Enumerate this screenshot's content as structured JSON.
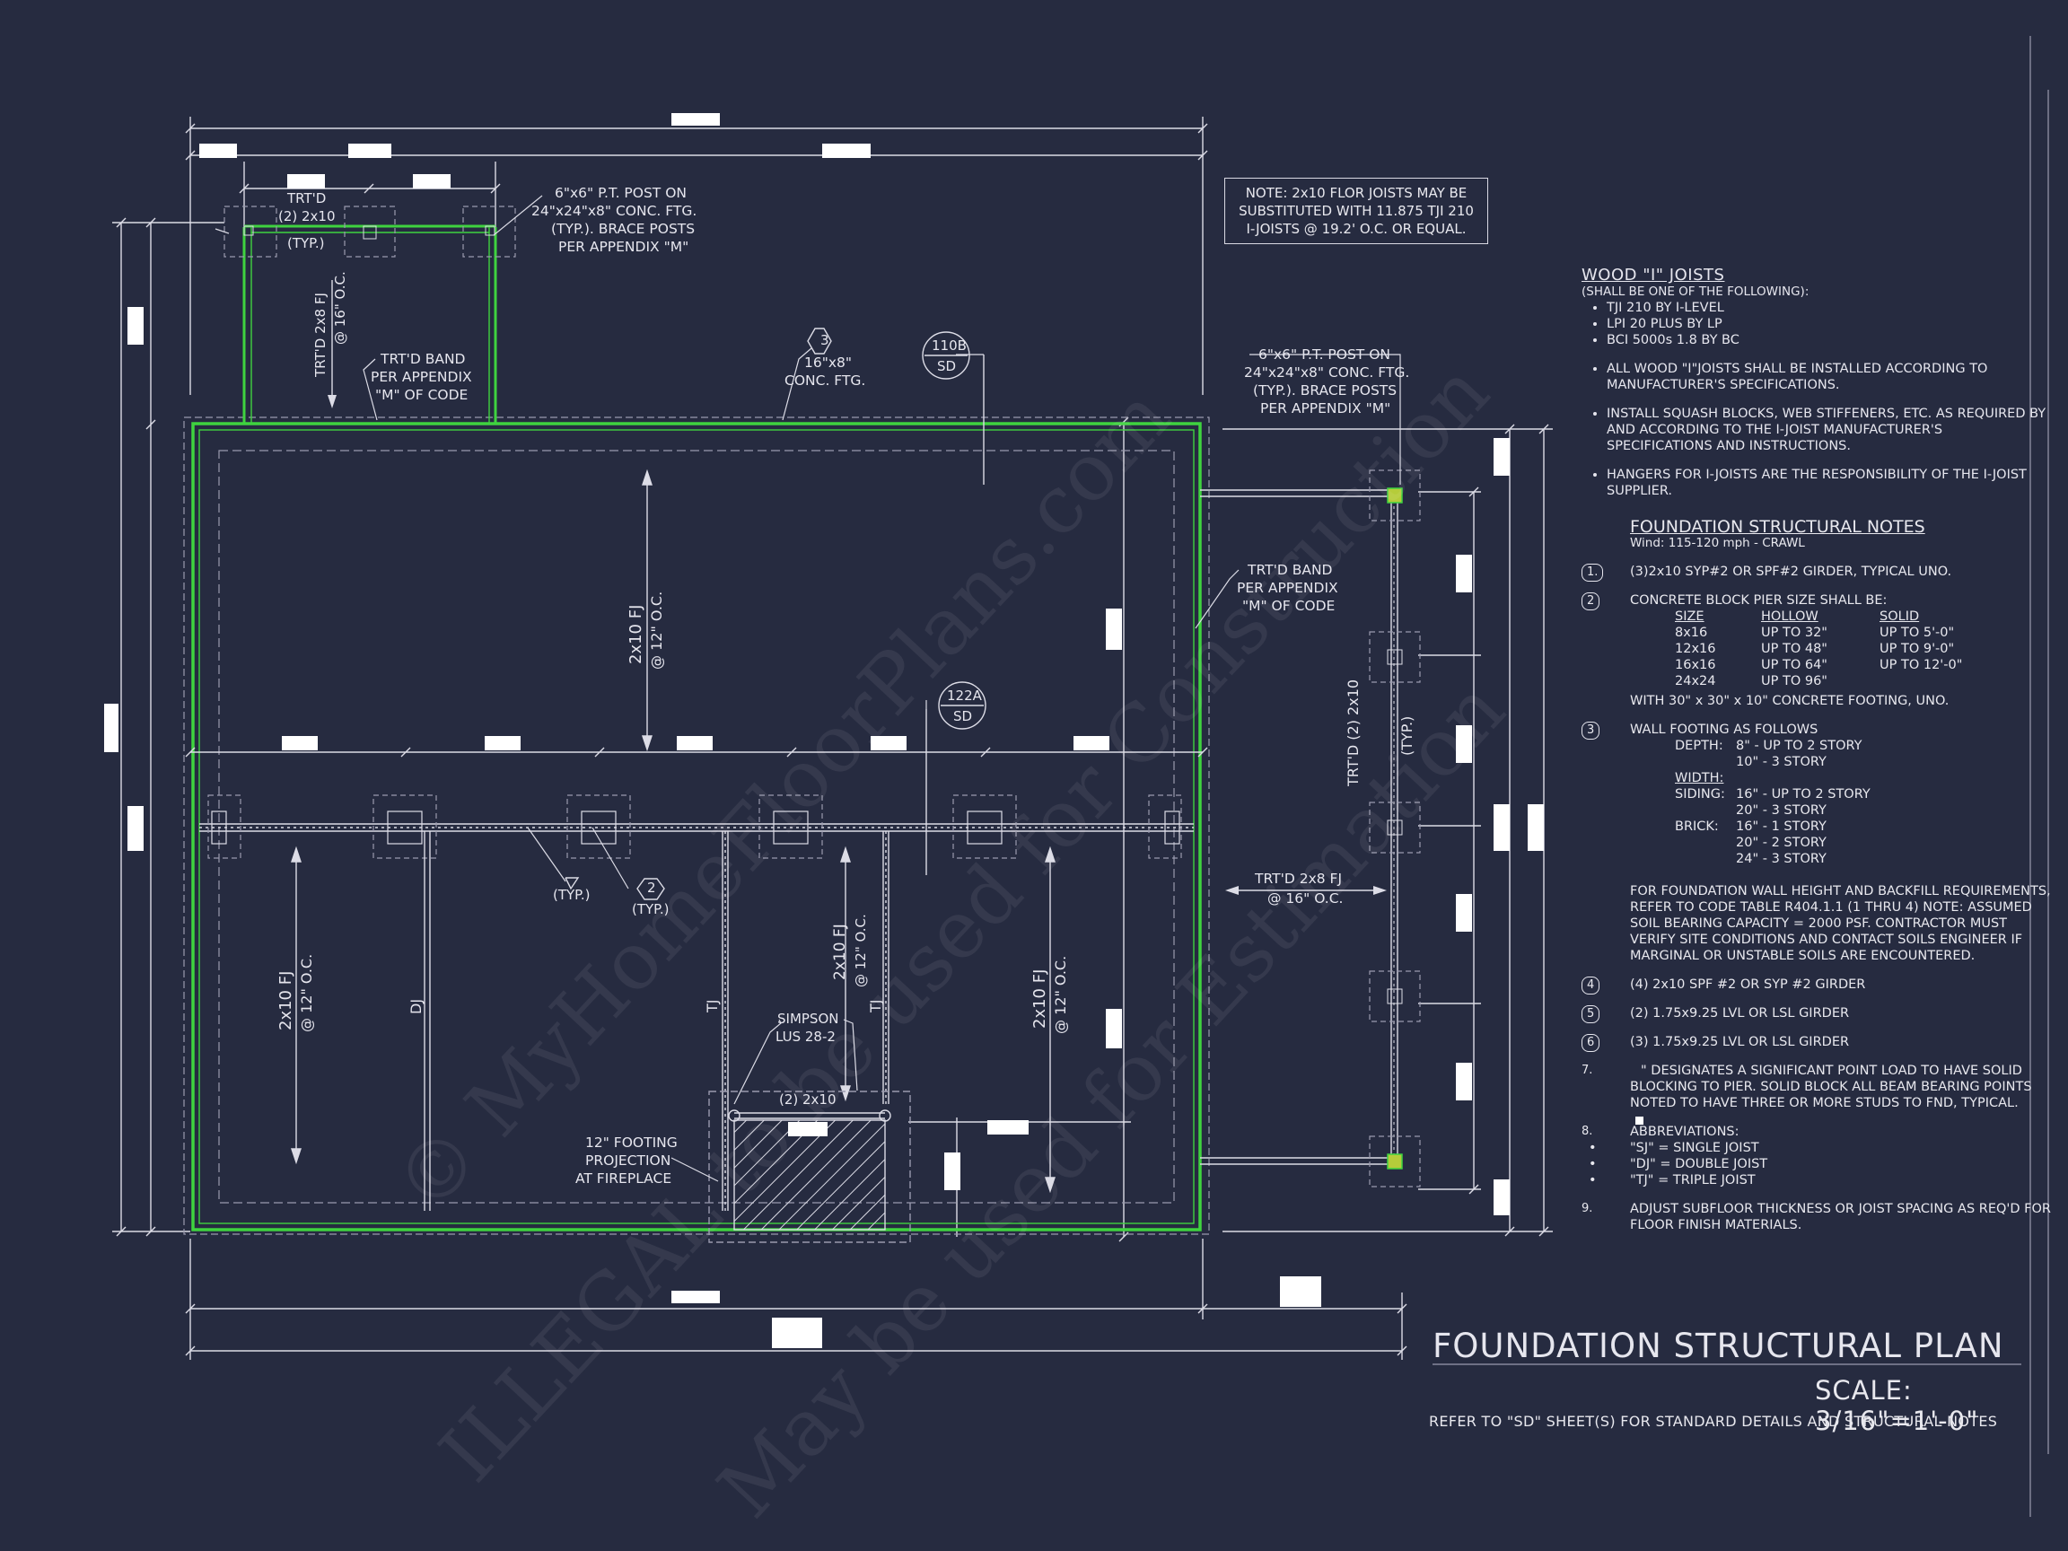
{
  "labels": {
    "trtd_2x10": "TRT'D",
    "two_2x10": "(2) 2x10",
    "typ": "(TYP.)",
    "post_top_l1": "6\"x6\" P.T. POST ON",
    "post_top_l2": "24\"x24\"x8\" CONC. FTG.",
    "post_top_l3": "(TYP.). BRACE POSTS",
    "post_top_l4": "PER APPENDIX \"M\"",
    "trtd_2x8_fj_v": "TRT'D 2x8 FJ",
    "at16": "@ 16\" O.C.",
    "band_l1": "TRT'D BAND",
    "band_l2": "PER APPENDIX",
    "band_l3": "\"M\" OF CODE",
    "hex3": "3",
    "ftg_l1": "16\"x8\"",
    "ftg_l2": "CONC. FTG.",
    "sec_110b": "110B",
    "sd": "SD",
    "sec_122a": "122A",
    "fj_2x10": "2x10 FJ",
    "at12": "@ 12\" O.C.",
    "dj": "DJ",
    "tj": "TJ",
    "typ_a": "(TYP.)",
    "hex2": "2",
    "simpson_l1": "SIMPSON",
    "simpson_l2": "LUS 28-2",
    "two_2x10_b": "(2) 2x10",
    "fp_l1": "12\" FOOTING",
    "fp_l2": "PROJECTION",
    "fp_l3": "AT FIREPLACE",
    "post_r_l1": "6\"x6\" P.T. POST ON",
    "post_r_l2": "24\"x24\"x8\" CONC. FTG.",
    "post_r_l3": "(TYP.). BRACE POSTS",
    "post_r_l4": "PER APPENDIX \"M\"",
    "band_r_l1": "TRT'D BAND",
    "band_r_l2": "PER APPENDIX",
    "band_r_l3": "\"M\" OF CODE",
    "trtd_2x8_fj_h": "TRT'D 2x8 FJ",
    "at16_h": "@ 16\" O.C.",
    "trtd_2_2x10_v": "TRT'D (2) 2x10",
    "typ_v": "(TYP.)"
  },
  "note_box": {
    "l1": "NOTE: 2x10 FLOR JOISTS MAY BE",
    "l2": "SUBSTITUTED WITH 11.875 TJI 210",
    "l3": "I-JOISTS @ 19.2' O.C. OR EQUAL."
  },
  "wood_joists": {
    "heading": "WOOD \"I\" JOISTS",
    "sub": "(SHALL BE ONE OF THE FOLLOWING):",
    "options": [
      "TJI 210 BY I-LEVEL",
      "LPI 20 PLUS BY LP",
      "BCI 5000s 1.8 BY BC"
    ],
    "bullets": [
      "ALL WOOD \"I\"JOISTS SHALL BE INSTALLED ACCORDING TO MANUFACTURER'S SPECIFICATIONS.",
      "INSTALL SQUASH BLOCKS, WEB STIFFENERS, ETC. AS REQUIRED BY AND ACCORDING TO THE I-JOIST MANUFACTURER'S SPECIFICATIONS AND INSTRUCTIONS.",
      "HANGERS FOR I-JOISTS ARE THE RESPONSIBILITY OF THE I-JOIST SUPPLIER."
    ]
  },
  "foundation_notes": {
    "heading": "FOUNDATION STRUCTURAL NOTES",
    "wind": "Wind: 115-120 mph - CRAWL",
    "n1": "(3)2x10 SYP#2 OR SPF#2 GIRDER, TYPICAL UNO.",
    "n2": "CONCRETE BLOCK PIER SIZE SHALL BE:",
    "pier_head": [
      "SIZE",
      "HOLLOW",
      "SOLID"
    ],
    "piers": [
      [
        "8x16",
        "UP TO 32\"",
        "UP TO 5'-0\""
      ],
      [
        "12x16",
        "UP TO 48\"",
        "UP TO 9'-0\""
      ],
      [
        "16x16",
        "UP TO 64\"",
        "UP TO 12'-0\""
      ],
      [
        "24x24",
        "UP TO 96\"",
        ""
      ]
    ],
    "n2b": "WITH 30\" x 30\" x 10\" CONCRETE FOOTING, UNO.",
    "n3": "WALL FOOTING AS FOLLOWS",
    "depth_l": "DEPTH:",
    "depth1": "8\" - UP TO 2 STORY",
    "depth2": "10\" - 3 STORY",
    "width_l": "WIDTH:",
    "siding_l": "SIDING:",
    "siding1": "16\" - UP TO 2 STORY",
    "siding2": "20\" - 3 STORY",
    "brick_l": "BRICK:",
    "brick1": "16\" - 1 STORY",
    "brick2": "20\" - 2 STORY",
    "brick3": "24\" - 3 STORY",
    "n3b": "FOR FOUNDATION WALL HEIGHT AND BACKFILL REQUIREMENTS, REFER TO CODE TABLE R404.1.1 (1 THRU 4) NOTE: ASSUMED SOIL BEARING CAPACITY = 2000 PSF. CONTRACTOR MUST VERIFY SITE CONDITIONS AND CONTACT SOILS ENGINEER IF MARGINAL OR UNSTABLE SOILS ARE ENCOUNTERED.",
    "n4": "(4) 2x10 SPF #2 OR SYP #2 GIRDER",
    "n5": "(2) 1.75x9.25 LVL OR LSL GIRDER",
    "n6": "(3) 1.75x9.25 LVL OR LSL GIRDER",
    "n7": "\" DESIGNATES A SIGNIFICANT POINT LOAD TO HAVE SOLID BLOCKING TO  PIER. SOLID BLOCK ALL BEAM BEARING POINTS NOTED TO HAVE THREE OR MORE STUDS TO FND, TYPICAL.",
    "n8": "ABBREVIATIONS:",
    "abbr": [
      "\"SJ\" = SINGLE JOIST",
      "\"DJ\" = DOUBLE JOIST",
      "\"TJ\" = TRIPLE JOIST"
    ],
    "n9": "ADJUST SUBFLOOR THICKNESS OR JOIST SPACING AS REQ'D FOR FLOOR FINISH MATERIALS.",
    "nums": [
      "1.",
      "2",
      "3",
      "4",
      "5",
      "6",
      "7.",
      "8.",
      "9."
    ]
  },
  "title_block": {
    "title": "FOUNDATION STRUCTURAL PLAN",
    "scale": "SCALE: 3/16\"=1'-0\"",
    "refer": "REFER TO \"SD\" SHEET(S) FOR STANDARD DETAILS AND STRUCTURAL NOTES"
  },
  "watermark": {
    "line1": "© MyHomeFloorPlans.com",
    "line2": "ILLEGAL to be used for Construction",
    "line3": "May be used for Estimation"
  },
  "colors": {
    "background": "#262b40",
    "lines": "#dcdce6",
    "wall_green": "#3fd33f",
    "dashed": "#9a9aae"
  }
}
